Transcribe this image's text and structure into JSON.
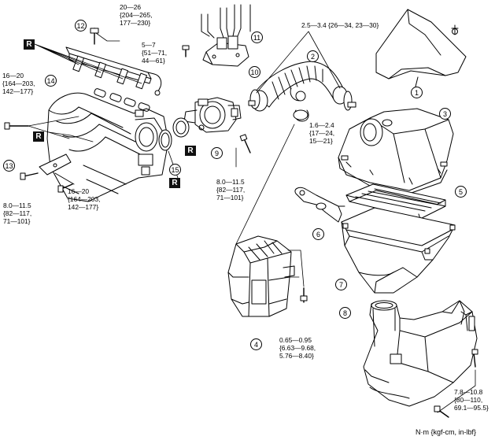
{
  "callouts": [
    "1",
    "2",
    "3",
    "4",
    "5",
    "6",
    "7",
    "8",
    "9",
    "10",
    "11",
    "12",
    "13",
    "14",
    "15"
  ],
  "r_marks": [
    "R",
    "R",
    "R",
    "R"
  ],
  "torques": {
    "t12": "20—26\n{204—265,\n177—230}",
    "t10": "5—7\n{51—71,\n44—61}",
    "t_hose": "2.5—3.4 {26—34, 23—30}",
    "t14": "16—20\n{164—203,\n142—177}",
    "t_clamp": "1.6—2.4\n{17—24,\n15—21}",
    "t9": "8.0—11.5\n{82—117,\n71—101}",
    "t13": "8.0—11.5\n{82—117,\n71—101}",
    "t_mfbolt": "16—20\n{164—203,\n142—177}",
    "t4": "0.65—0.95\n{6.63—9.68,\n5.76—8.40}",
    "t8": "7.8—10.8\n{80—110,\n69.1—95.5}"
  },
  "units_note": "N·m {kgf-cm, in-lbf}",
  "colors": {
    "line": "#000000",
    "fill": "#ffffff",
    "shade": "#d9d9d9"
  }
}
